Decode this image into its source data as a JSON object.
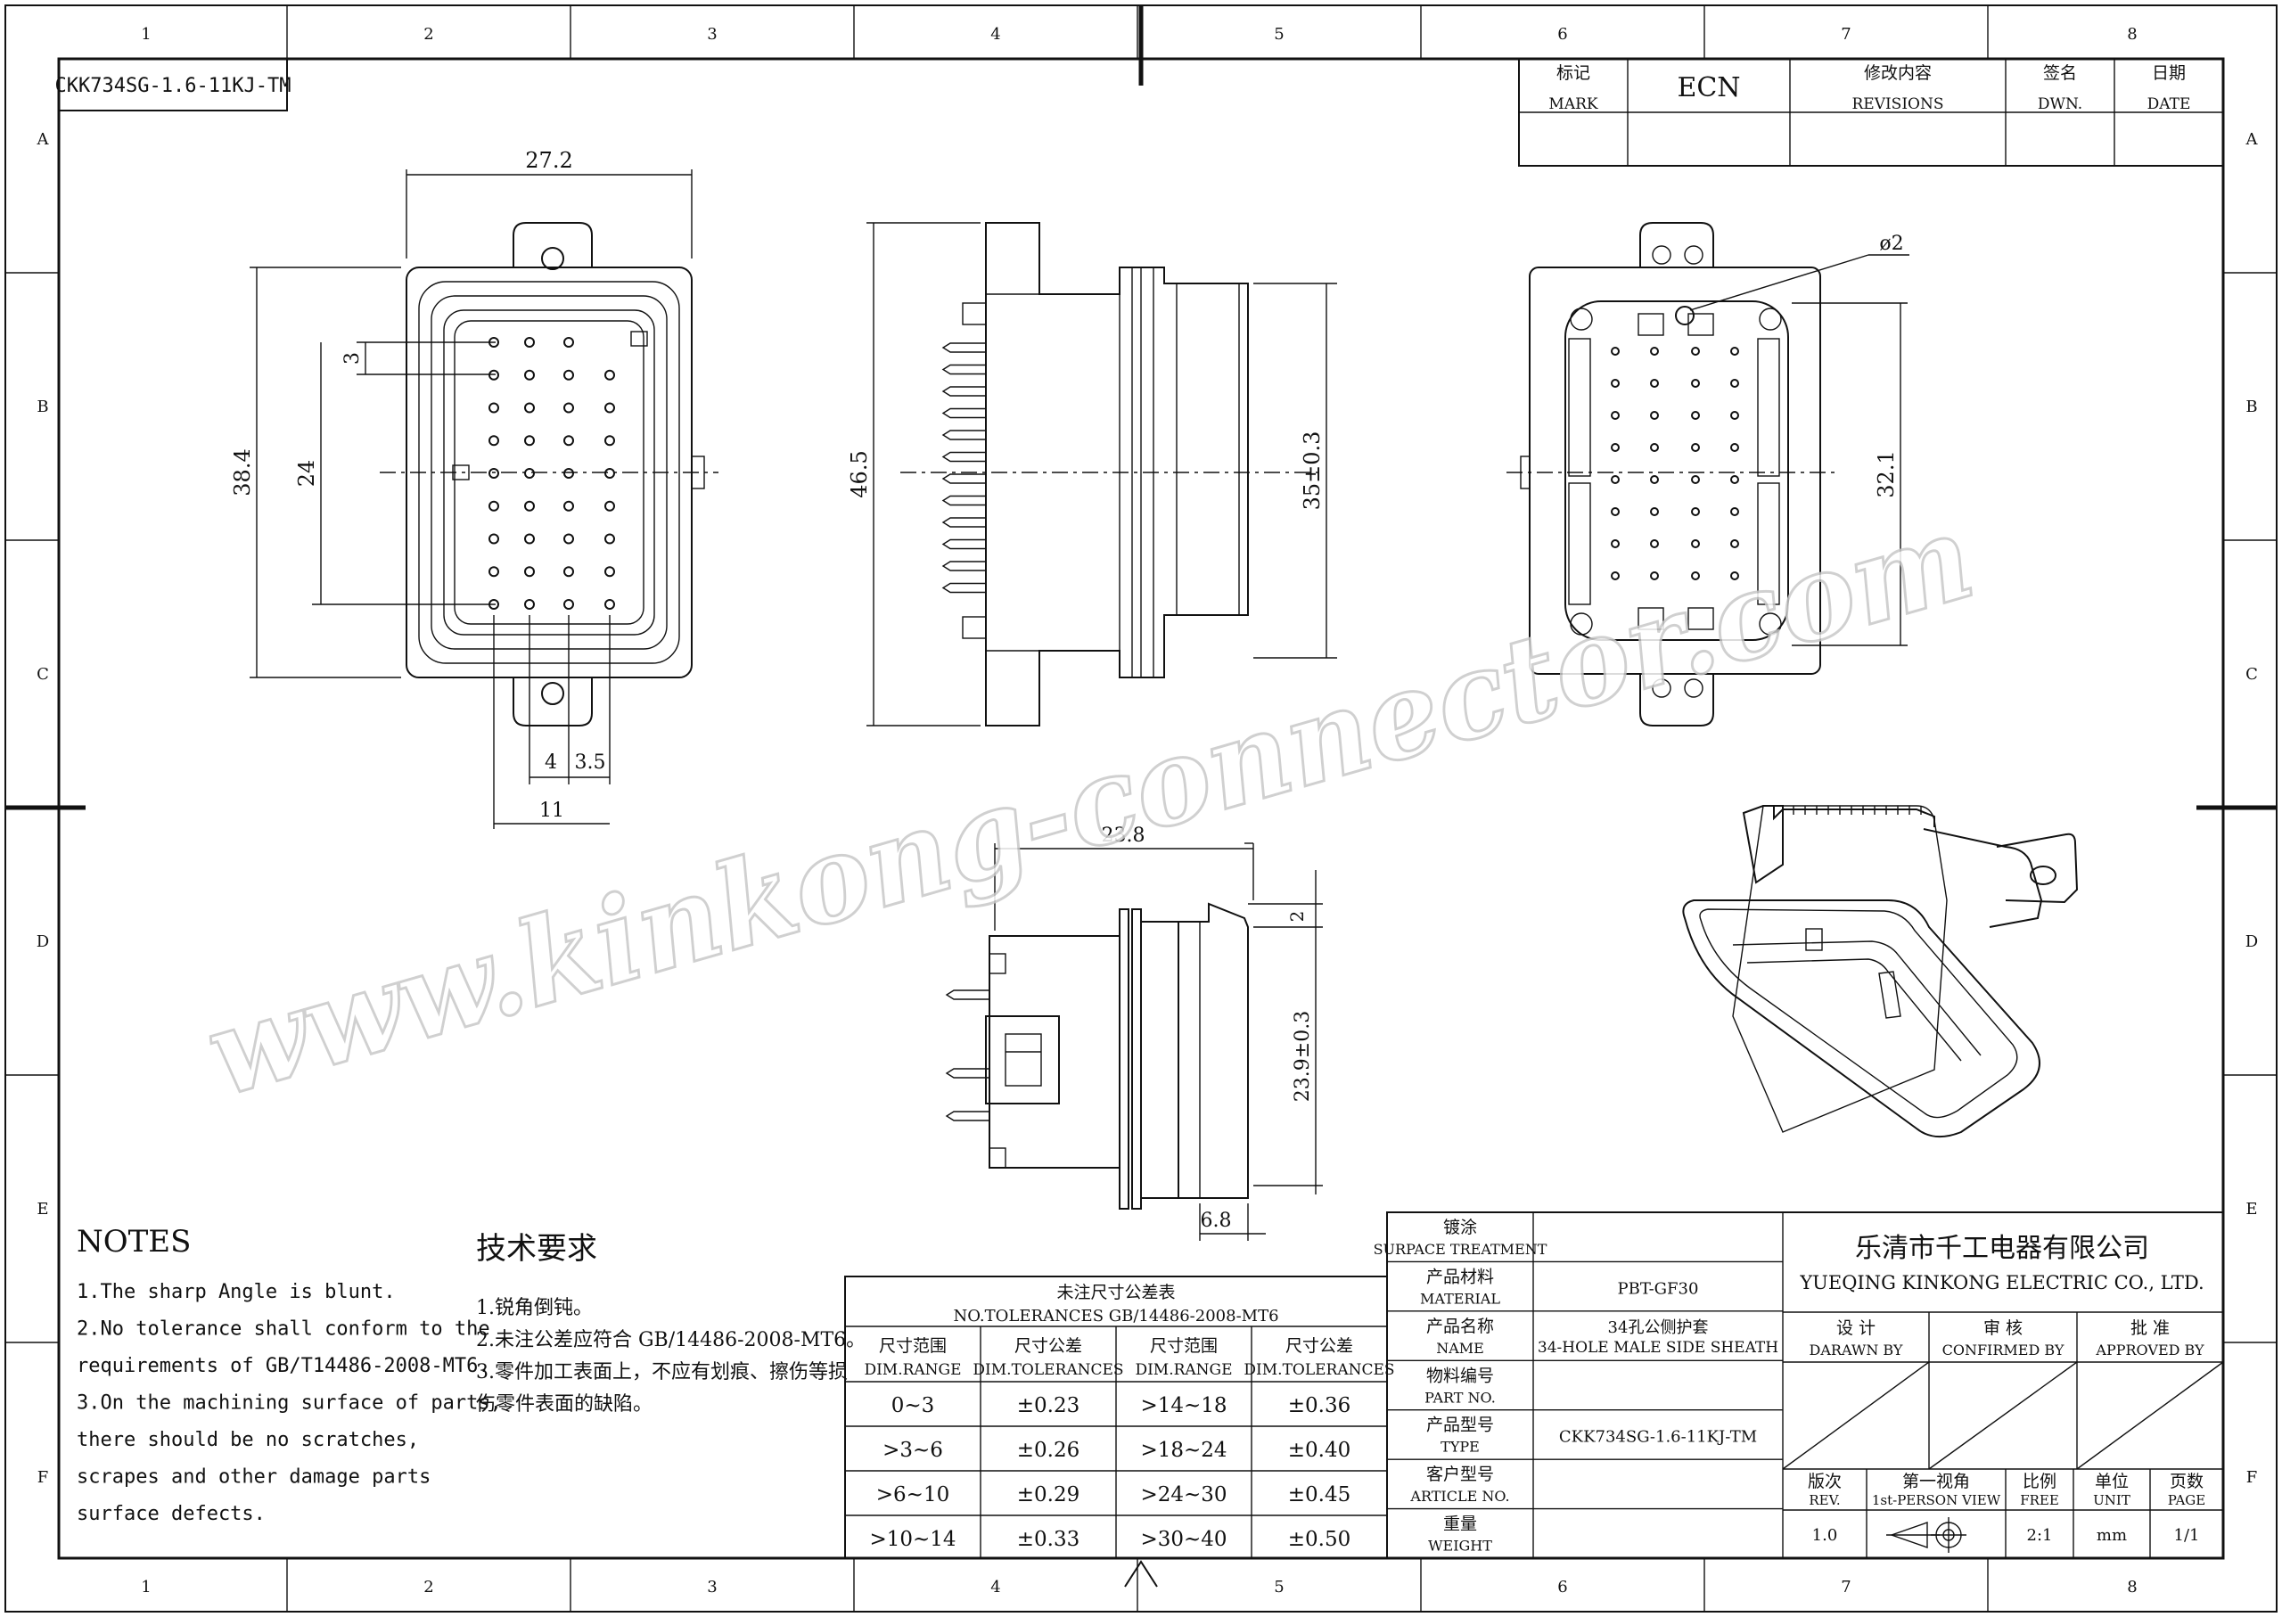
{
  "drawing": {
    "part_label": "CKK734SG-1.6-11KJ-TM",
    "watermark": "www.kinkong-connector.com",
    "grid_columns": [
      "1",
      "2",
      "3",
      "4",
      "5",
      "6",
      "7",
      "8"
    ],
    "grid_rows": [
      "A",
      "B",
      "C",
      "D",
      "E",
      "F"
    ]
  },
  "revisions": {
    "mark_cn": "标记",
    "mark_en": "MARK",
    "ecn": "ECN",
    "rev_cn": "修改内容",
    "rev_en": "REVISIONS",
    "dwn_cn": "签名",
    "dwn_en": "DWN.",
    "date_cn": "日期",
    "date_en": "DATE"
  },
  "dimensions": {
    "front_width": "27.2",
    "front_height": "38.4",
    "front_pitch_v": "3",
    "front_span_v": "24",
    "front_pitch_h1": "4",
    "front_pitch_h2": "3.5",
    "front_span_h": "11",
    "side_height": "46.5",
    "side_body": "35±0.3",
    "rear_hole": "ø2",
    "rear_height": "32.1",
    "bottom_depth": "23.8",
    "bottom_step": "2",
    "bottom_height": "23.9±0.3",
    "bottom_flange": "6.8"
  },
  "notes_en": {
    "title": "NOTES",
    "items": [
      "1.The sharp Angle is blunt.",
      "2.No tolerance shall conform to the",
      "  requirements of GB/T14486-2008-MT6.",
      "3.On the machining surface of parts,",
      "  there should be no scratches,",
      "  scrapes and other damage parts",
      "  surface defects."
    ]
  },
  "notes_cn": {
    "title": "技术要求",
    "items": [
      "1.锐角倒钝。",
      "2.未注公差应符合 GB/14486-2008-MT6。",
      "3.零件加工表面上，不应有划痕、擦伤等损",
      "  伤零件表面的缺陷。"
    ]
  },
  "tolerance_table": {
    "title_cn": "未注尺寸公差表",
    "title_en": "NO.TOLERANCES GB/14486-2008-MT6",
    "headers": [
      {
        "cn": "尺寸范围",
        "en": "DIM.RANGE"
      },
      {
        "cn": "尺寸公差",
        "en": "DIM.TOLERANCES"
      },
      {
        "cn": "尺寸范围",
        "en": "DIM.RANGE"
      },
      {
        "cn": "尺寸公差",
        "en": "DIM.TOLERANCES"
      }
    ],
    "rows": [
      [
        "0~3",
        "±0.23",
        ">14~18",
        "±0.36"
      ],
      [
        ">3~6",
        "±0.26",
        ">18~24",
        "±0.40"
      ],
      [
        ">6~10",
        "±0.29",
        ">24~30",
        "±0.45"
      ],
      [
        ">10~14",
        "±0.33",
        ">30~40",
        "±0.50"
      ]
    ]
  },
  "title_block": {
    "fields": [
      {
        "cn": "镀涂",
        "en": "SURPACE TREATMENT",
        "value": ""
      },
      {
        "cn": "产品材料",
        "en": "MATERIAL",
        "value": "PBT-GF30"
      },
      {
        "cn": "产品名称",
        "en": "NAME",
        "value": "34孔公侧护套",
        "value2": "34-HOLE MALE SIDE SHEATH"
      },
      {
        "cn": "物料编号",
        "en": "PART NO.",
        "value": ""
      },
      {
        "cn": "产品型号",
        "en": "TYPE",
        "value": "CKK734SG-1.6-11KJ-TM"
      },
      {
        "cn": "客户型号",
        "en": "ARTICLE NO.",
        "value": ""
      },
      {
        "cn": "重量",
        "en": "WEIGHT",
        "value": ""
      }
    ],
    "company_cn": "乐清市千工电器有限公司",
    "company_en": "YUEQING KINKONG ELECTRIC CO., LTD.",
    "signoff": [
      {
        "cn": "设 计",
        "en": "DARAWN BY"
      },
      {
        "cn": "审 核",
        "en": "CONFIRMED BY"
      },
      {
        "cn": "批 准",
        "en": "APPROVED BY"
      }
    ],
    "bottom": [
      {
        "cn": "版次",
        "en": "REV.",
        "value": "1.0"
      },
      {
        "cn": "第一视角",
        "en": "1st-PERSON VIEW",
        "value": ""
      },
      {
        "cn": "比例",
        "en": "FREE",
        "value": "2:1"
      },
      {
        "cn": "单位",
        "en": "UNIT",
        "value": "mm"
      },
      {
        "cn": "页数",
        "en": "PAGE",
        "value": "1/1"
      }
    ]
  }
}
